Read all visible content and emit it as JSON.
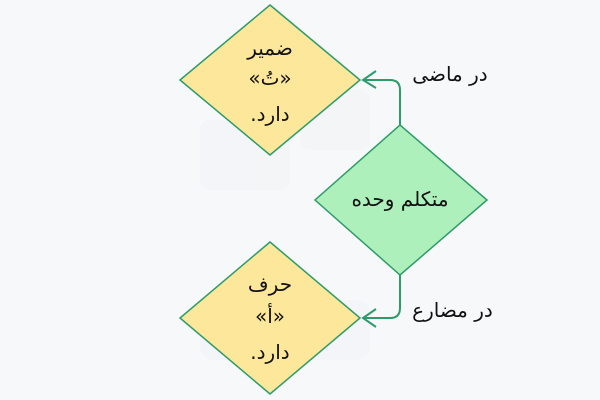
{
  "diagram": {
    "colors": {
      "background": "#f7f8fa",
      "yellow_fill": "#fce79a",
      "green_fill": "#aef0bc",
      "stroke": "#2e9b6a"
    },
    "center_node": {
      "text": "متکلم وحده"
    },
    "top_node": {
      "line1": "ضمیر",
      "line2": "«تُ»",
      "line3": "دارد."
    },
    "bottom_node": {
      "line1": "حرف",
      "line2": "«أ»",
      "line3": "دارد."
    },
    "edges": {
      "past": {
        "label": "در ماضی"
      },
      "present": {
        "label": "در مضارع"
      }
    }
  }
}
